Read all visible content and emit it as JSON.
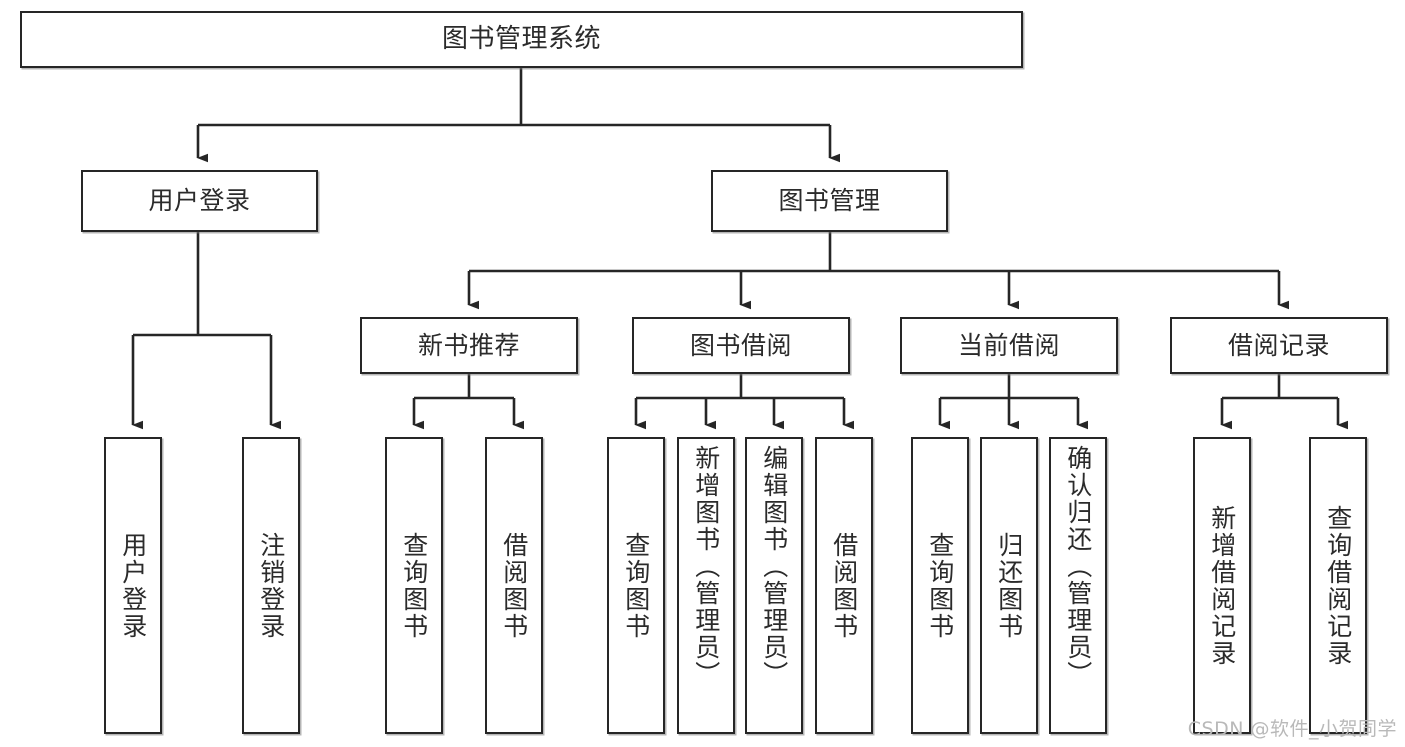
{
  "diagram": {
    "title": "图书管理系统",
    "type": "tree-hierarchy",
    "root": {
      "id": "root",
      "label": "图书管理系统"
    },
    "level2": [
      {
        "id": "user-login",
        "label": "用户登录"
      },
      {
        "id": "book-manage",
        "label": "图书管理"
      }
    ],
    "level3": [
      {
        "id": "new-book-recommend",
        "label": "新书推荐",
        "parent": "book-manage"
      },
      {
        "id": "book-borrow",
        "label": "图书借阅",
        "parent": "book-manage"
      },
      {
        "id": "current-borrow",
        "label": "当前借阅",
        "parent": "book-manage"
      },
      {
        "id": "borrow-record",
        "label": "借阅记录",
        "parent": "book-manage"
      }
    ],
    "leaves": [
      {
        "id": "leaf-user-login",
        "label": "用户登录",
        "parent": "user-login"
      },
      {
        "id": "leaf-logout",
        "label": "注销登录",
        "parent": "user-login"
      },
      {
        "id": "leaf-query-book-1",
        "label": "查询图书",
        "parent": "new-book-recommend"
      },
      {
        "id": "leaf-borrow-book-1",
        "label": "借阅图书",
        "parent": "new-book-recommend"
      },
      {
        "id": "leaf-query-book-2",
        "label": "查询图书",
        "parent": "book-borrow"
      },
      {
        "id": "leaf-add-book",
        "label": "新增图书（管理员）",
        "parent": "book-borrow"
      },
      {
        "id": "leaf-edit-book",
        "label": "编辑图书（管理员）",
        "parent": "book-borrow"
      },
      {
        "id": "leaf-borrow-book-2",
        "label": "借阅图书",
        "parent": "book-borrow"
      },
      {
        "id": "leaf-query-book-3",
        "label": "查询图书",
        "parent": "current-borrow"
      },
      {
        "id": "leaf-return-book",
        "label": "归还图书",
        "parent": "current-borrow"
      },
      {
        "id": "leaf-confirm-return",
        "label": "确认归还（管理员）",
        "parent": "current-borrow"
      },
      {
        "id": "leaf-add-record",
        "label": "新增借阅记录",
        "parent": "borrow-record"
      },
      {
        "id": "leaf-query-record",
        "label": "查询借阅记录",
        "parent": "borrow-record"
      }
    ],
    "colors": {
      "stroke": "#262626",
      "fill": "#ffffff",
      "text": "#2b2b2b",
      "watermark": "#b9b9b9"
    }
  },
  "watermark": {
    "text": "CSDN @软件_小贺同学"
  }
}
